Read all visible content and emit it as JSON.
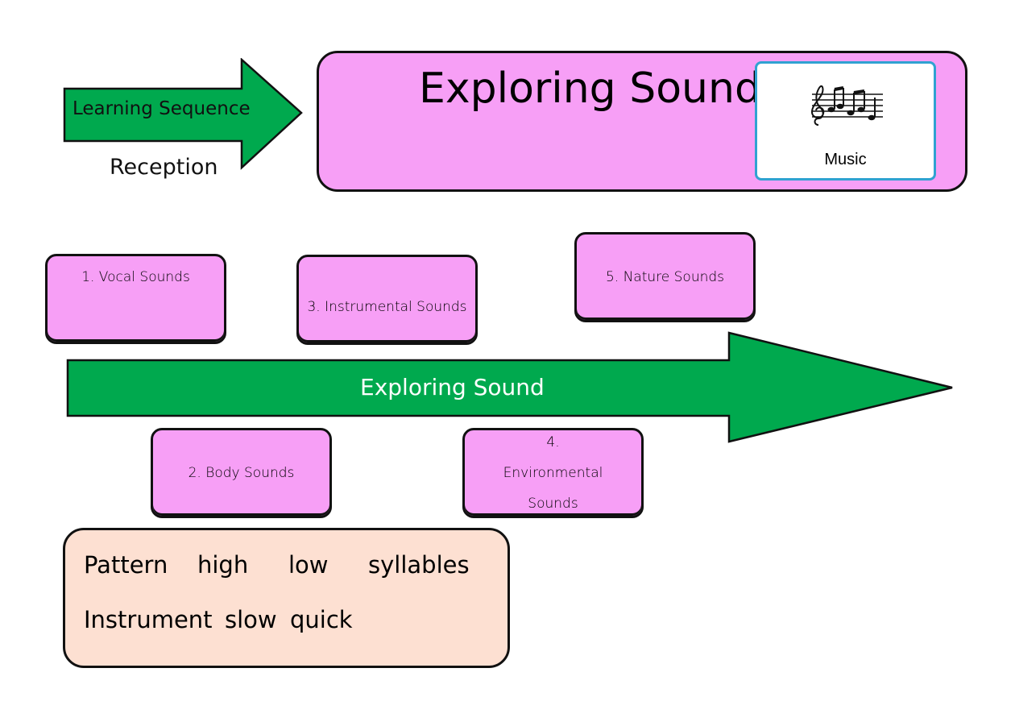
{
  "header": {
    "sequence_label": "Learning Sequence",
    "year_group": "Reception",
    "title": "Exploring Sound",
    "subject_label": "Music",
    "subject_icon": "music-notes-icon"
  },
  "timeline": {
    "arrow_label": "Exploring Sound",
    "steps": [
      "1. Vocal Sounds",
      "2. Body Sounds",
      "3. Instrumental Sounds",
      "4. Environmental Sounds",
      "5. Nature Sounds"
    ]
  },
  "vocabulary": {
    "row1": [
      "Pattern",
      "high",
      "low",
      "syllables"
    ],
    "row2": [
      "Instrument",
      "slow",
      "quick"
    ]
  },
  "colors": {
    "green": "#00a94e",
    "pink": "#f79ff6",
    "peach": "#fde0d2",
    "frame_blue": "#30a2d1"
  }
}
